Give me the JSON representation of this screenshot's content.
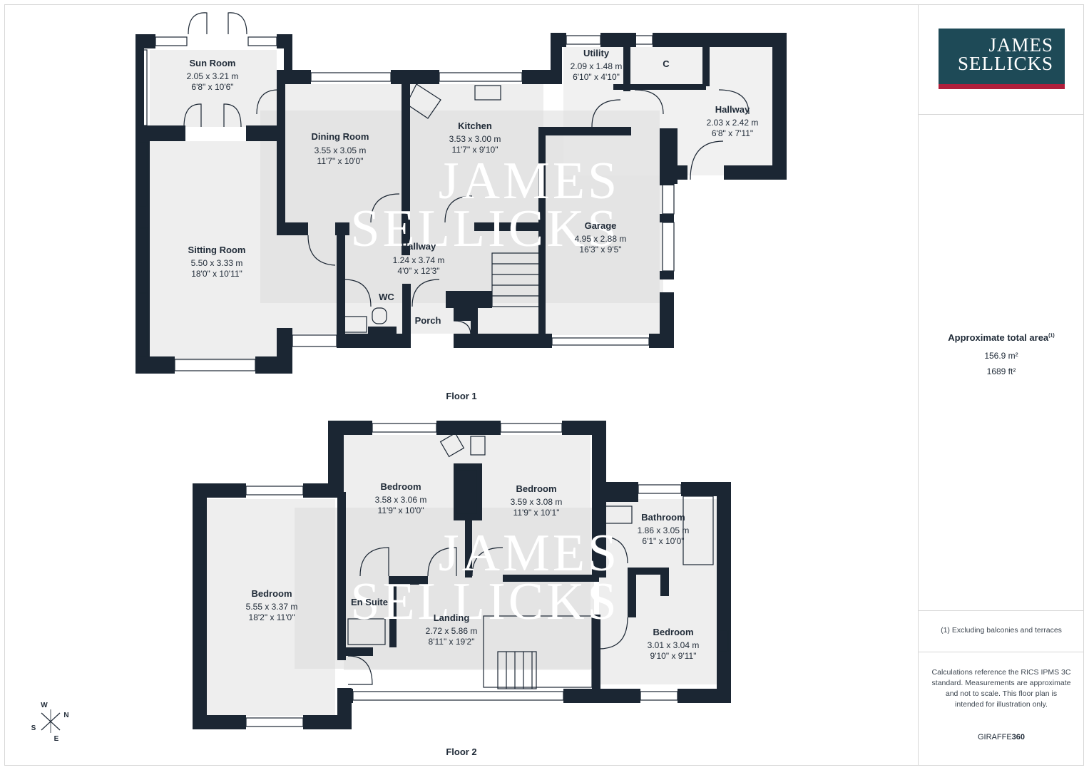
{
  "brand": {
    "line1": "JAMES",
    "line2": "SELLICKS",
    "color": "#1e4a57",
    "accent": "#b01e3b"
  },
  "floors": [
    {
      "label": "Floor 1",
      "rooms": [
        {
          "name": "Sun Room",
          "metric": "2.05 x 3.21 m",
          "imperial": "6'8\" x 10'6\""
        },
        {
          "name": "Dining Room",
          "metric": "3.55 x 3.05 m",
          "imperial": "11'7\" x 10'0\""
        },
        {
          "name": "Kitchen",
          "metric": "3.53 x 3.00 m",
          "imperial": "11'7\" x 9'10\""
        },
        {
          "name": "Utility",
          "metric": "2.09 x 1.48 m",
          "imperial": "6'10\" x 4'10\""
        },
        {
          "name": "C",
          "metric": "",
          "imperial": ""
        },
        {
          "name": "Hallway",
          "metric": "2.03 x 2.42 m",
          "imperial": "6'8\" x 7'11\""
        },
        {
          "name": "Sitting Room",
          "metric": "5.50 x 3.33 m",
          "imperial": "18'0\" x 10'11\""
        },
        {
          "name": "Hallway",
          "metric": "1.24 x 3.74 m",
          "imperial": "4'0\" x 12'3\""
        },
        {
          "name": "WC",
          "metric": "",
          "imperial": ""
        },
        {
          "name": "Porch",
          "metric": "",
          "imperial": ""
        },
        {
          "name": "Garage",
          "metric": "4.95 x 2.88 m",
          "imperial": "16'3\" x 9'5\""
        }
      ]
    },
    {
      "label": "Floor 2",
      "rooms": [
        {
          "name": "Bedroom",
          "metric": "3.58 x 3.06 m",
          "imperial": "11'9\" x 10'0\""
        },
        {
          "name": "Bedroom",
          "metric": "3.59 x 3.08 m",
          "imperial": "11'9\" x 10'1\""
        },
        {
          "name": "Bathroom",
          "metric": "1.86 x 3.05 m",
          "imperial": "6'1\" x 10'0\""
        },
        {
          "name": "Bedroom",
          "metric": "5.55 x 3.37 m",
          "imperial": "18'2\" x 11'0\""
        },
        {
          "name": "En Suite",
          "metric": "",
          "imperial": ""
        },
        {
          "name": "Landing",
          "metric": "2.72 x 5.86 m",
          "imperial": "8'11\" x 19'2\""
        },
        {
          "name": "Bedroom",
          "metric": "3.01 x 3.04 m",
          "imperial": "9'10\" x 9'11\""
        }
      ]
    }
  ],
  "compass": {
    "w": "W",
    "n": "N",
    "s": "S",
    "e": "E"
  },
  "summary": {
    "title": "Approximate total area",
    "title_note": "(1)",
    "area_m2": "156.9 m²",
    "area_ft2": "1689 ft²",
    "footnote": "(1) Excluding balconies and terraces",
    "disclaimer": "Calculations reference the RICS IPMS 3C standard. Measurements are approximate and not to scale. This floor plan is intended for illustration only.",
    "credit_a": "GIRAFFE",
    "credit_b": "360"
  },
  "colors": {
    "wall": "#1b2633",
    "floor_shade": "#e9e9e9"
  }
}
